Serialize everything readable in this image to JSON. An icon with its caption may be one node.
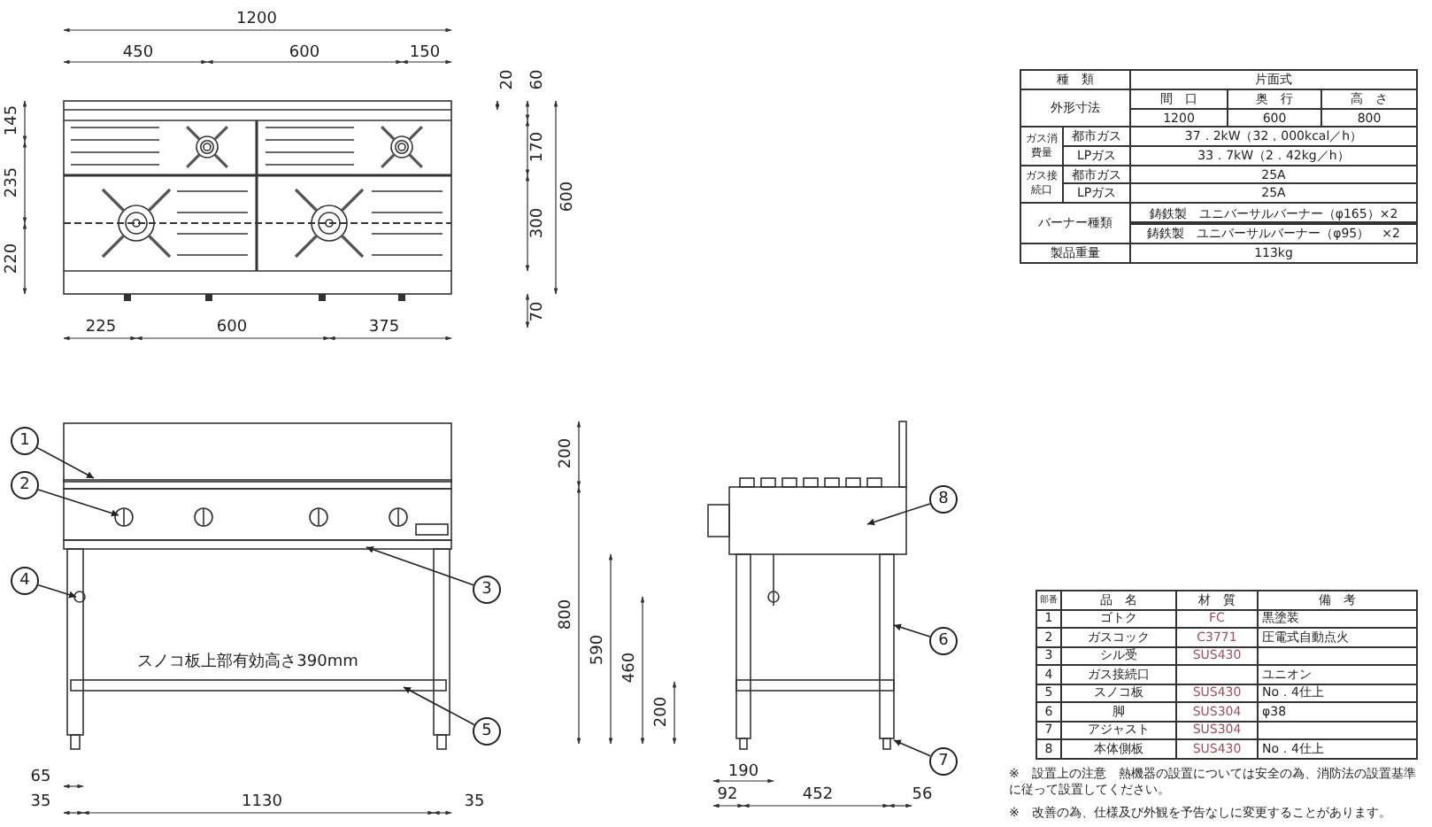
{
  "diagram": {
    "nodes": [
      {
        "text": [
          "1"
        ]
      },
      {
        "text": [
          "2"
        ]
      },
      {
        "text": [
          "3"
        ]
      },
      {
        "text": [
          "4"
        ]
      },
      {
        "text": [
          "5"
        ]
      },
      {
        "text": [
          "6"
        ]
      },
      {
        "text": [
          "7"
        ]
      },
      {
        "text": [
          "8"
        ]
      }
    ],
    "edges": [
      {
        "from": 0,
        "to": null,
        "arrow": "to"
      },
      {
        "from": 1,
        "to": null,
        "arrow": "to"
      },
      {
        "from": 2,
        "to": null,
        "arrow": "to"
      },
      {
        "from": 3,
        "to": null,
        "arrow": "to"
      },
      {
        "from": 4,
        "to": null,
        "arrow": "to"
      },
      {
        "from": 5,
        "to": null,
        "arrow": "to"
      },
      {
        "from": 6,
        "to": null,
        "arrow": "to"
      },
      {
        "from": 7,
        "to": null,
        "arrow": "to"
      }
    ],
    "labels": [
      "1200",
      "450",
      "600",
      "150",
      "20",
      "60",
      "145",
      "235",
      "220",
      "170",
      "300",
      "600",
      "70",
      "225",
      "600",
      "375",
      "スノコ板上部有効高さ390mm",
      "65",
      "35",
      "1130",
      "35",
      "200",
      "800",
      "590",
      "460",
      "200",
      "190",
      "92",
      "452",
      "56",
      "種　類",
      "片面式",
      "外形寸法",
      "間　口",
      "奥　行",
      "高　さ",
      "1200",
      "600",
      "800",
      "ガス消費量",
      "都市ガス",
      "37．2kW（32，000kcal／h）",
      "LPガス",
      "33．7kW（2．42kg／h）",
      "ガス接続口",
      "都市ガス",
      "25A",
      "LPガス",
      "25A",
      "バーナー種類",
      "鋳鉄製　ユニバーサルバーナー（φ165）×2",
      "鋳鉄製　ユニバーサルバーナー（φ95）　×2",
      "製品重量",
      "113kg",
      "部番",
      "品　名",
      "材　質",
      "備　考",
      "1",
      "ゴトク",
      "FC",
      "黒塗装",
      "2",
      "ガスコック",
      "C3771",
      "圧電式自動点火",
      "3",
      "シル受",
      "SUS430",
      "4",
      "ガス接続口",
      "ユニオン",
      "5",
      "スノコ板",
      "SUS430",
      "No．4仕上",
      "6",
      "脚",
      "SUS304",
      "φ38",
      "7",
      "アジャスト",
      "SUS304",
      "8",
      "本体側板",
      "SUS430",
      "No．4仕上",
      "※　設置上の注意　熱機器の設置については安全の為、消防法の設置基準に従って設置してください。",
      "※　改善の為、仕様及び外観を予告なしに変更することがあります。"
    ]
  }
}
